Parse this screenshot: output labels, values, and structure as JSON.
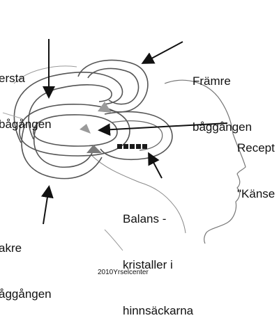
{
  "labels": {
    "upper_canal": {
      "line1": "ersta",
      "line2": "bågången"
    },
    "front_canal": {
      "line1": "Främre",
      "line2": "båggången"
    },
    "receptor": {
      "line1": "Recept",
      "line2": "\"Känse"
    },
    "crystals": {
      "line1": "Balans -",
      "line2": "kristaller i",
      "line3": "hinnsäckarna"
    },
    "rear_canal": {
      "line1": "akre",
      "line2": "åggången"
    }
  },
  "credit": "2010Yrselcenter",
  "colors": {
    "ink": "#111111",
    "sketch": "#6a6a6a",
    "paper": "#ffffff",
    "crystal": "#1a1a1a"
  }
}
